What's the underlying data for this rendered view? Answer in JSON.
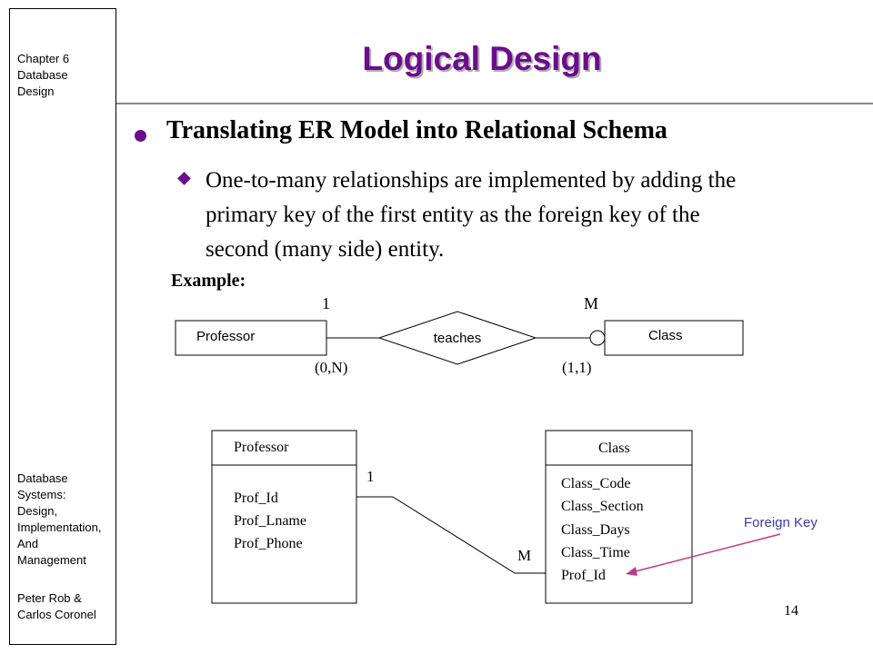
{
  "sidebar": {
    "top_text": "Chapter 6\nDatabase\nDesign",
    "bottom_text": "Database\nSystems:\nDesign,\nImplementation,\nAnd\nManagement",
    "authors": "Peter Rob &\nCarlos Coronel"
  },
  "slide": {
    "title": "Logical Design",
    "bullet": "Translating ER Model into Relational Schema",
    "sub_bullet": "One-to-many relationships are implemented by adding the primary key of the first entity as the foreign key of the second (many side) entity.",
    "example_label": "Example:",
    "page_number": "14"
  },
  "er_diagram": {
    "entity_left": "Professor",
    "relationship": "teaches",
    "entity_right": "Class",
    "card_left": "1",
    "card_right": "M",
    "participation_left": "(0,N)",
    "participation_right": "(1,1)"
  },
  "relational_diagram": {
    "professor": {
      "name": "Professor",
      "attributes": [
        "Prof_Id",
        "Prof_Lname",
        "Prof_Phone"
      ]
    },
    "class": {
      "name": "Class",
      "attributes": [
        "Class_Code",
        "Class_Section",
        "Class_Days",
        "Class_Time",
        "Prof_Id"
      ]
    },
    "card_one": "1",
    "card_many": "M",
    "foreign_key_label": "Foreign Key",
    "foreign_key_color": "#3a3aa8",
    "arrow_color": "#c0398a"
  },
  "colors": {
    "title": "#6b0d8c",
    "bullet": "#6b0d8c"
  }
}
